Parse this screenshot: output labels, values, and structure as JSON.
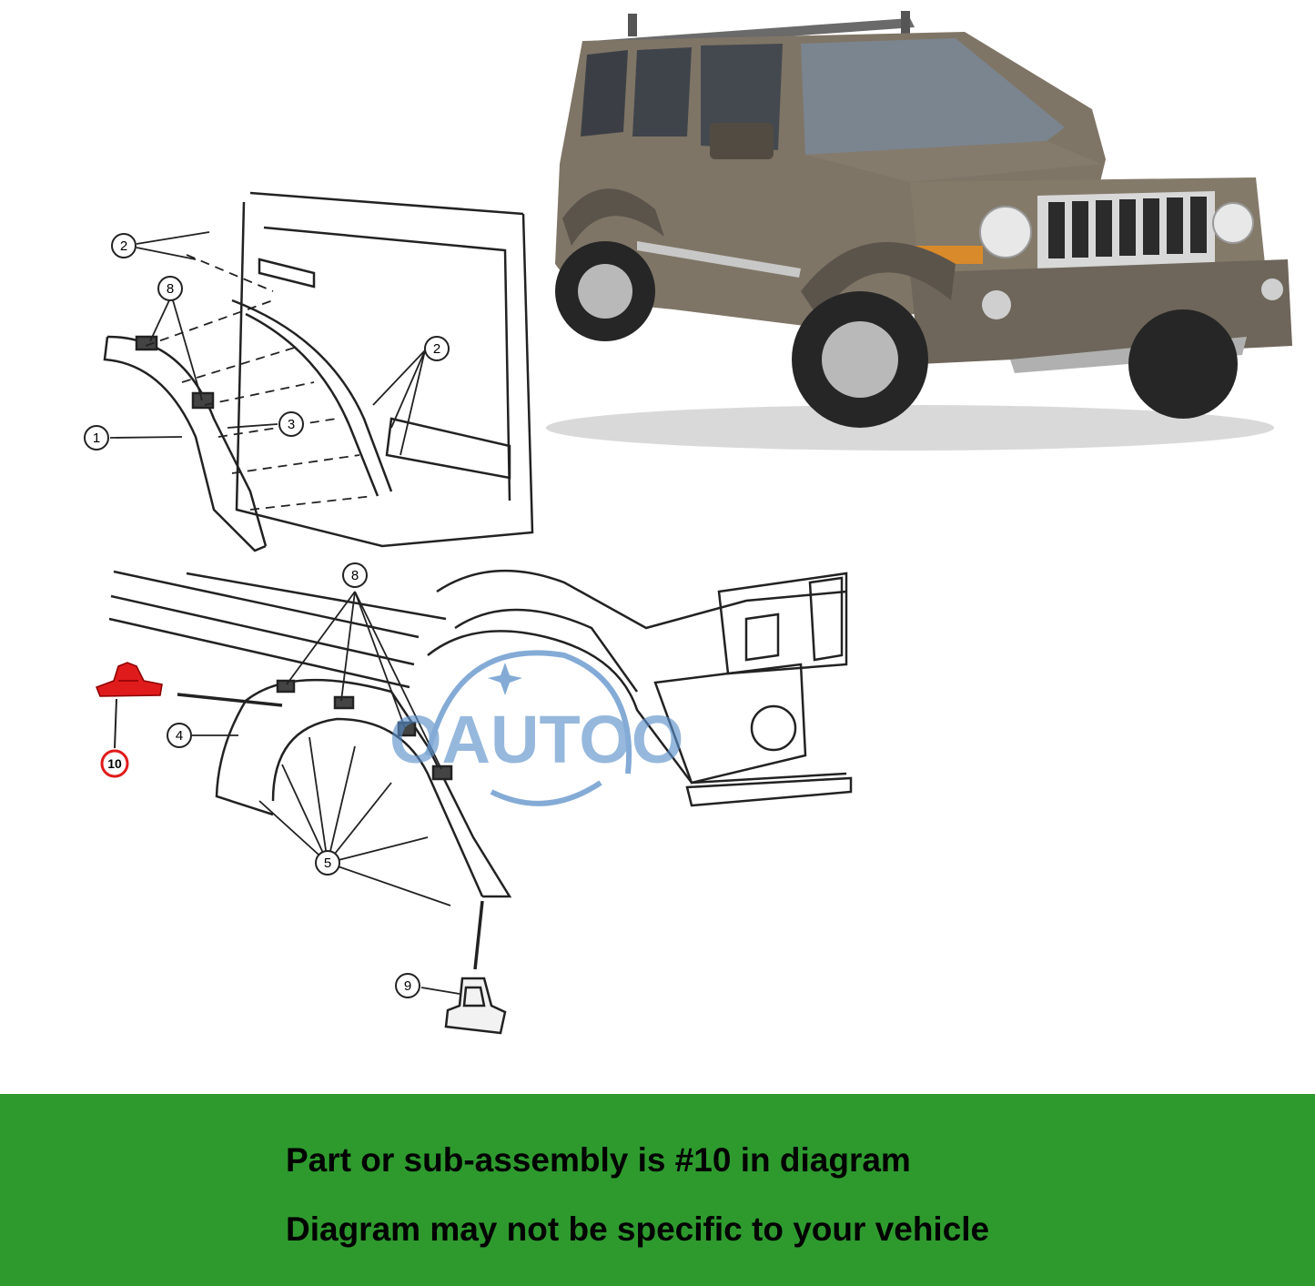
{
  "colors": {
    "banner": "#2e9a2e",
    "highlight": "#e01b1b",
    "watermark": "#5b8fc9",
    "line": "#222222",
    "vehicle_body": "#7f7566"
  },
  "watermark": {
    "text": "OAUTOO"
  },
  "callouts": {
    "c1": "1",
    "c2a": "2",
    "c2b": "2",
    "c3": "3",
    "c4": "4",
    "c5": "5",
    "c8a": "8",
    "c8b": "8",
    "c9": "9",
    "c10": "10"
  },
  "banner": {
    "line1": "Part or sub-assembly is #10 in diagram",
    "line2": "Diagram may not be specific to your vehicle"
  }
}
